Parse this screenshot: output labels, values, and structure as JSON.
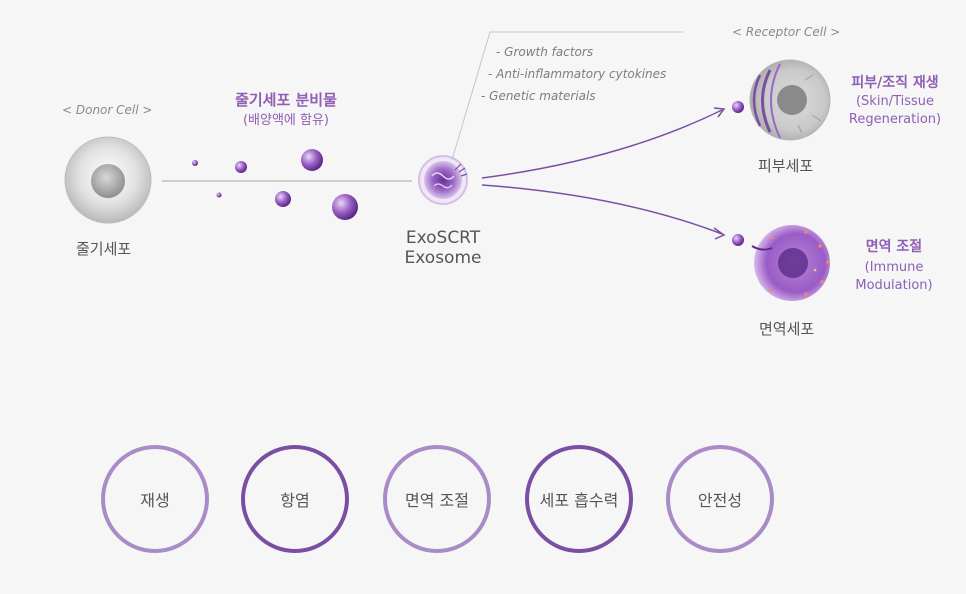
{
  "donor": {
    "tag": "< Donor Cell >",
    "name": "줄기세포"
  },
  "secretion": {
    "title": "줄기세포 분비물",
    "subtitle": "(배양액에 함유)"
  },
  "factors": [
    "- Growth factors",
    "- Anti-inflammatory cytokines",
    "- Genetic materials"
  ],
  "exosome": {
    "line1": "ExoSCRT",
    "line2": "Exosome"
  },
  "receptor": {
    "tag": "< Receptor Cell >"
  },
  "skin": {
    "title": "피부/조직 재생",
    "en1": "(Skin/Tissue",
    "en2": "Regeneration)",
    "name": "피부세포"
  },
  "immune": {
    "title": "면역 조절",
    "en1": "(Immune",
    "en2": "Modulation)",
    "name": "면역세포"
  },
  "benefits": [
    "재생",
    "항염",
    "면역 조절",
    "세포 흡수력",
    "안전성"
  ],
  "colors": {
    "accent": "#8e5fb5",
    "accent_dark": "#6b3a96",
    "ring_light": "#a98bc7",
    "ring_dark": "#7a4fa3"
  }
}
